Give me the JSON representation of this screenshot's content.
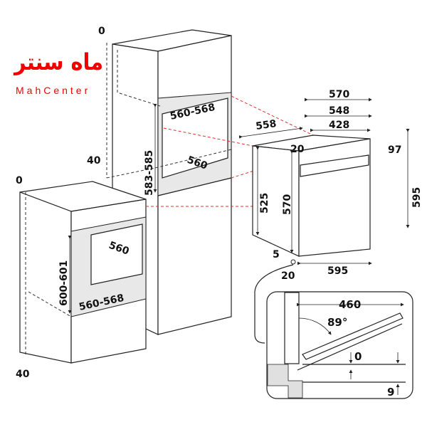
{
  "logo": {
    "text_fa": "ماه سنتر",
    "text_en": "MahCenter",
    "color": "#f20000"
  },
  "tall_cabinet": {
    "gap_top": "0",
    "niche_height": "583-585",
    "niche_width": "560-568",
    "niche_depth": "560",
    "gap_bottom": "40"
  },
  "base_cabinet": {
    "gap_top": "0",
    "niche_height": "600-601",
    "niche_depth": "560",
    "niche_width": "560-568",
    "gap_bottom": "40"
  },
  "oven": {
    "width_total": "570",
    "width_mid": "548",
    "width_inner": "428",
    "depth": "558",
    "top_offset": "20",
    "panel_height": "97",
    "height_total": "595",
    "body_height": "525",
    "front_height": "570",
    "bottom_offset": "5",
    "side_offset": "20",
    "front_width": "595"
  },
  "door_detail": {
    "door_length": "460",
    "angle": "89°",
    "clearance_top": "0",
    "clearance_bottom": "9"
  },
  "colors": {
    "guide_lines": "#e53030",
    "fill_grey": "#e0e0e0"
  }
}
